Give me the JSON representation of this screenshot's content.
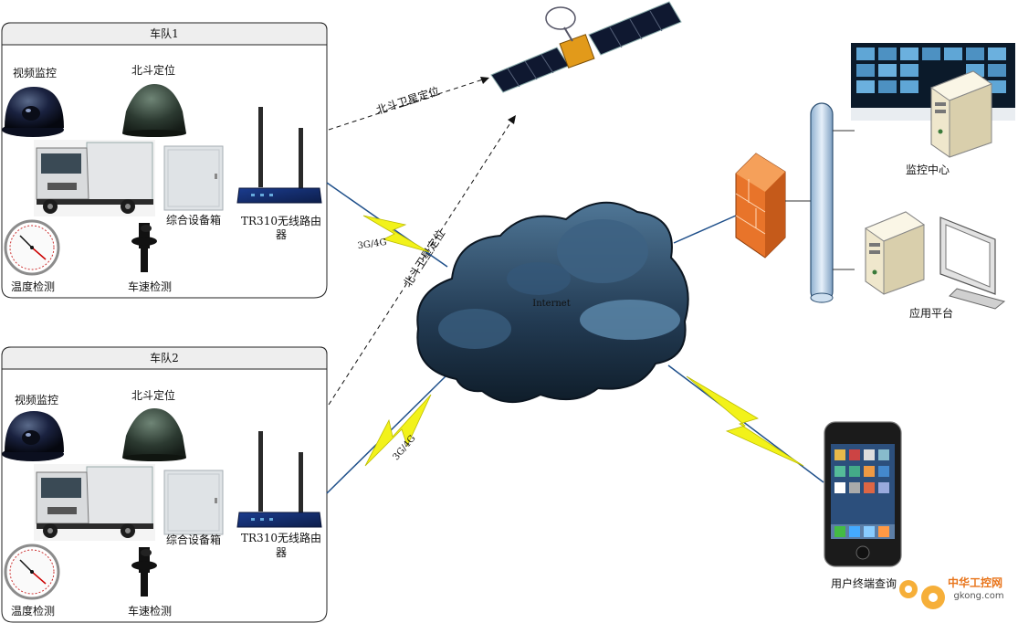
{
  "fleets": [
    {
      "title": "车队1",
      "labels": {
        "video": "视频监控",
        "beidou": "北斗定位",
        "cabinet": "综合设备箱",
        "router_line1": "TR310无线路由",
        "router_line2": "器",
        "temperature": "温度检测",
        "speed": "车速检测"
      }
    },
    {
      "title": "车队2",
      "labels": {
        "video": "视频监控",
        "beidou": "北斗定位",
        "cabinet": "综合设备箱",
        "router_line1": "TR310无线路由",
        "router_line2": "器",
        "temperature": "温度检测",
        "speed": "车速检测"
      }
    }
  ],
  "links": {
    "satellite_link_top": "北斗卫星定位",
    "satellite_link_mid": "北斗卫星定位",
    "cell_link_1": "3G/4G",
    "cell_link_2": "3G/4G"
  },
  "cloud": {
    "label": "Internet"
  },
  "right": {
    "monitor_center": "监控中心",
    "app_platform": "应用平台",
    "user_terminal": "用户终端查询"
  },
  "watermark": {
    "cn": "中华工控网",
    "url": "gkong.com"
  },
  "colors": {
    "lightning": "#f2f21a",
    "link_line": "#1e4f8a",
    "cloud_dark": "#1a2e40",
    "cloud_light": "#5b86a8",
    "firewall": "#e8742a",
    "bus": "#b7cfe6"
  }
}
